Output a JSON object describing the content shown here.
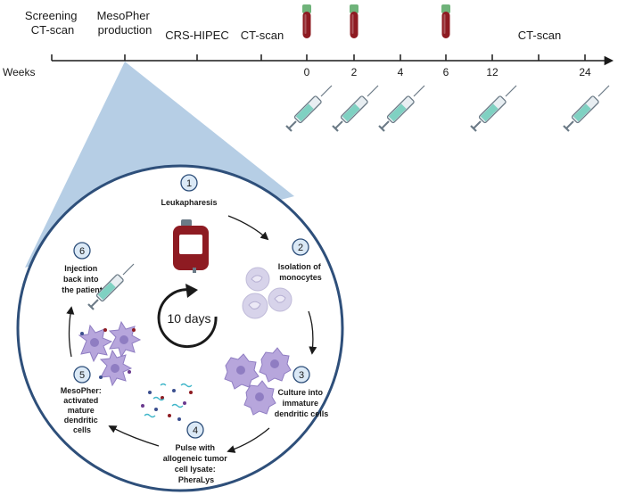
{
  "timeline": {
    "events": [
      {
        "id": "screening",
        "lines": [
          "Screening",
          "CT-scan"
        ]
      },
      {
        "id": "mesopher-production",
        "lines": [
          "MesoPher",
          "production"
        ]
      },
      {
        "id": "crs-hipec",
        "lines": [
          "CRS-HIPEC"
        ]
      },
      {
        "id": "ct-scan-1",
        "lines": [
          "CT-scan"
        ]
      },
      {
        "id": "ct-scan-2",
        "lines": [
          "CT-scan"
        ]
      }
    ],
    "axis_label": "Weeks",
    "ticks": [
      "0",
      "2",
      "4",
      "6",
      "12",
      "24"
    ],
    "blood_draw_weeks": [
      "0",
      "2",
      "6"
    ],
    "vaccination_weeks": [
      "0",
      "2",
      "4",
      "12",
      "24"
    ]
  },
  "cycle": {
    "center_label": "10 days",
    "steps": [
      {
        "number": "1",
        "lines": [
          "Leukapharesis"
        ]
      },
      {
        "number": "2",
        "lines": [
          "Isolation of",
          "monocytes"
        ]
      },
      {
        "number": "3",
        "lines": [
          "Culture into",
          "immature",
          "dendritic cells"
        ]
      },
      {
        "number": "4",
        "lines": [
          "Pulse with",
          "allogeneic tumor",
          "cell lysate:",
          "PheraLys"
        ]
      },
      {
        "number": "5",
        "lines": [
          "MesoPher:",
          "activated",
          "mature",
          "dendritic",
          "cells"
        ]
      },
      {
        "number": "6",
        "lines": [
          "Injection",
          "back into",
          "the patient"
        ]
      }
    ]
  },
  "colors": {
    "circle_border": "#2e4f7a",
    "step_badge_fill": "#dbe9f6",
    "zoom_wedge": "#a9c6e0",
    "blood": "#8e1b22",
    "blood_cap": "#6fb37a",
    "cell_purple": "#b7a6dc",
    "monocyte": "#d7d3ea",
    "syringe_barrel": "#e8eef2",
    "syringe_liquid": "#7fd1c2"
  },
  "icons": {
    "blood_tube": "blood-tube-icon",
    "syringe": "syringe-icon",
    "blood_bag": "blood-bag-icon",
    "monocyte": "monocyte-icon",
    "immature_dc": "immature-dendritic-cell-icon",
    "mature_dc": "mature-dendritic-cell-icon",
    "lysate": "tumor-lysate-icon",
    "cycle_arrow": "cycle-arrow-icon"
  }
}
